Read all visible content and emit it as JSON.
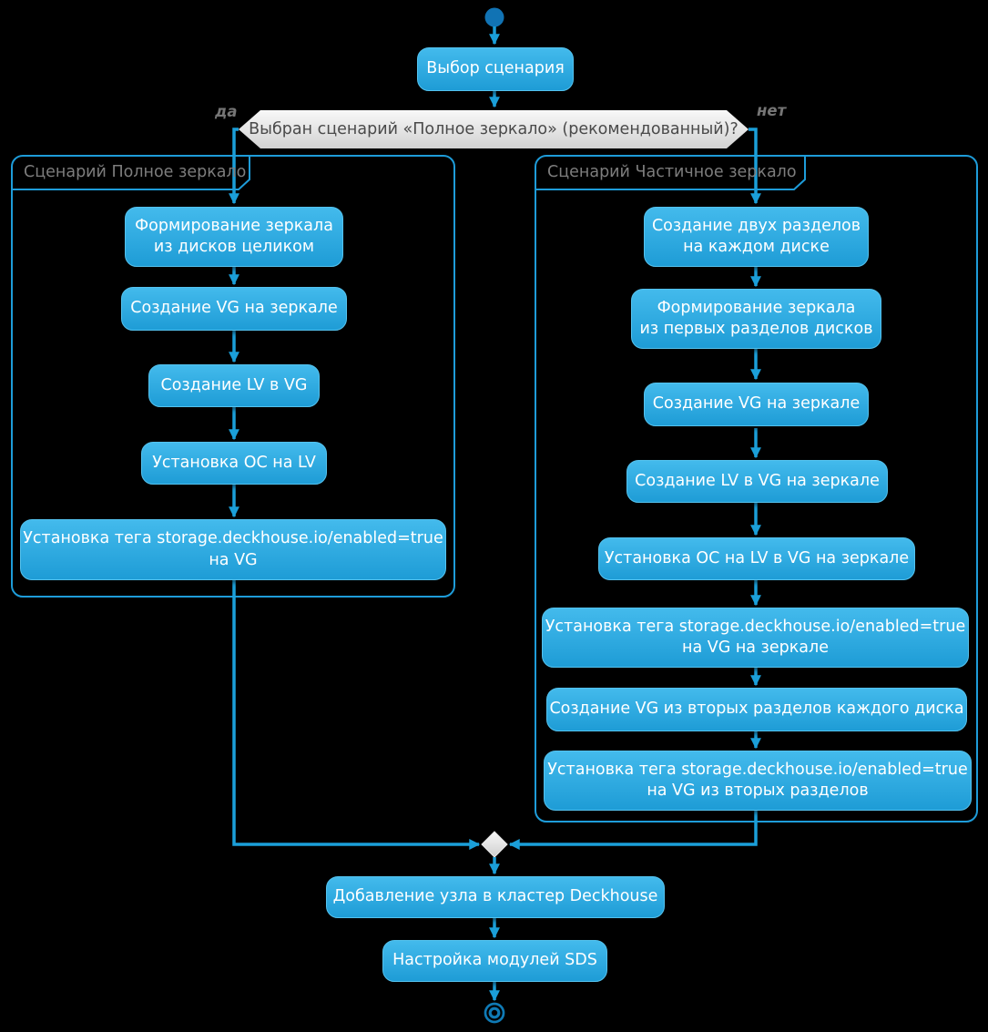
{
  "colors": {
    "background": "#000000",
    "activity_top": "#43baec",
    "activity_bottom": "#1e9cd6",
    "activity_border": "#54c2ee",
    "activity_text": "#ffffff",
    "line": "#1b9fd9",
    "partition_border": "#1e9cd9",
    "partition_title": "#7d7d7d",
    "decision_top": "#f8f8f8",
    "decision_bottom": "#d2d2d2",
    "decision_text": "#4a4a4a",
    "branch_label": "#757575",
    "start_fill": "#1173b4",
    "end_stroke": "#0f7ab5"
  },
  "first_step": {
    "label": "Выбор сценария"
  },
  "decision": {
    "question": "Выбран сценарий «Полное зеркало» (рекомендованный)?",
    "yes": "да",
    "no": "нет"
  },
  "partitions": [
    {
      "title": "Сценарий Полное зеркало",
      "steps": [
        "Формирование зеркала\nиз дисков целиком",
        "Создание VG на зеркале",
        "Создание LV в VG",
        "Установка ОС на LV",
        "Установка тега storage.deckhouse.io/enabled=true\nна VG"
      ]
    },
    {
      "title": "Сценарий Частичное зеркало",
      "steps": [
        "Создание двух разделов\nна каждом диске",
        "Формирование зеркала\nиз первых разделов дисков",
        "Создание VG на зеркале",
        "Создание LV в VG на зеркале",
        "Установка ОС на LV в VG на зеркале",
        "Установка тега storage.deckhouse.io/enabled=true\nна VG на зеркале",
        "Создание VG из вторых разделов каждого диска",
        "Установка тега storage.deckhouse.io/enabled=true\nна VG из вторых разделов"
      ]
    }
  ],
  "final_steps": [
    "Добавление узла в кластер Deckhouse",
    "Настройка модулей SDS"
  ]
}
